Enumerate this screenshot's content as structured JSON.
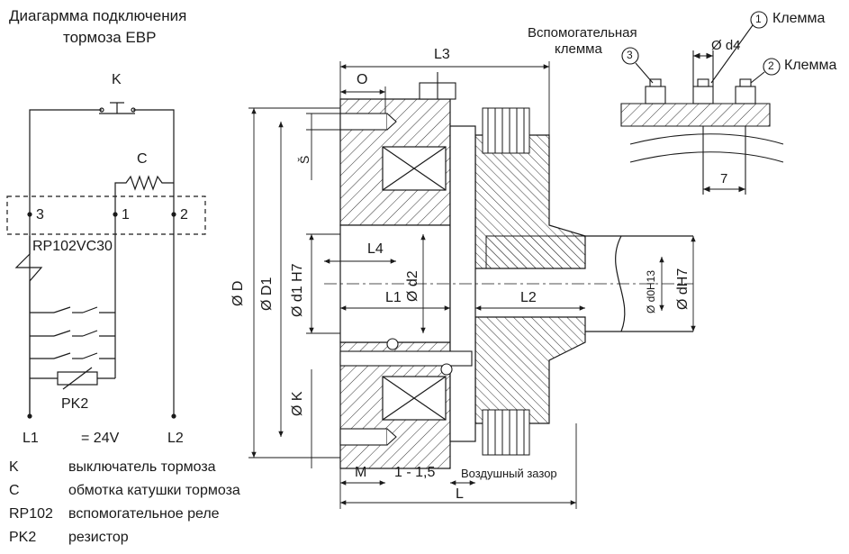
{
  "schematic": {
    "title_line1": "Диагармма подключения",
    "title_line2": "тормоза EBP",
    "switch_label": "K",
    "coil_label": "C",
    "terminal_3": "3",
    "terminal_1": "1",
    "terminal_2": "2",
    "relay_label": "RP102VC30",
    "resistor_label": "PK2",
    "l1_label": "L1",
    "voltage_label": "= 24V",
    "l2_label": "L2"
  },
  "legend": [
    {
      "code": "K",
      "description": "выключатель тормоза"
    },
    {
      "code": "C",
      "description": "обмотка катушки тормоза"
    },
    {
      "code": "RP102",
      "description": "вспомогательное реле"
    },
    {
      "code": "PK2",
      "description": "резистор"
    }
  ],
  "drawing": {
    "dim_L3": "L3",
    "dim_O": "O",
    "dim_S": "Š",
    "dim_D": "Ø D",
    "dim_D1": "Ø D1",
    "dim_d1": "Ø d1 H7",
    "dim_L4": "L4",
    "dim_d2": "Ø d2",
    "dim_L1": "L1",
    "dim_L2": "L2",
    "dim_K": "Ø K",
    "dim_d0": "Ø d0H13",
    "dim_dH7": "Ø dH7",
    "dim_M": "M",
    "dim_gap_value": "1 - 1,5",
    "air_gap_label": "Воздушный зазор",
    "dim_L": "L"
  },
  "terminal_detail": {
    "aux_line1": "Вспомогательная",
    "aux_line2": "клемма",
    "marker_3": "3",
    "marker_1": "1",
    "marker_2": "2",
    "klemma_1": "Клемма",
    "klemma_2": "Клемма",
    "dim_d4": "Ø d4",
    "dim_7": "7"
  }
}
